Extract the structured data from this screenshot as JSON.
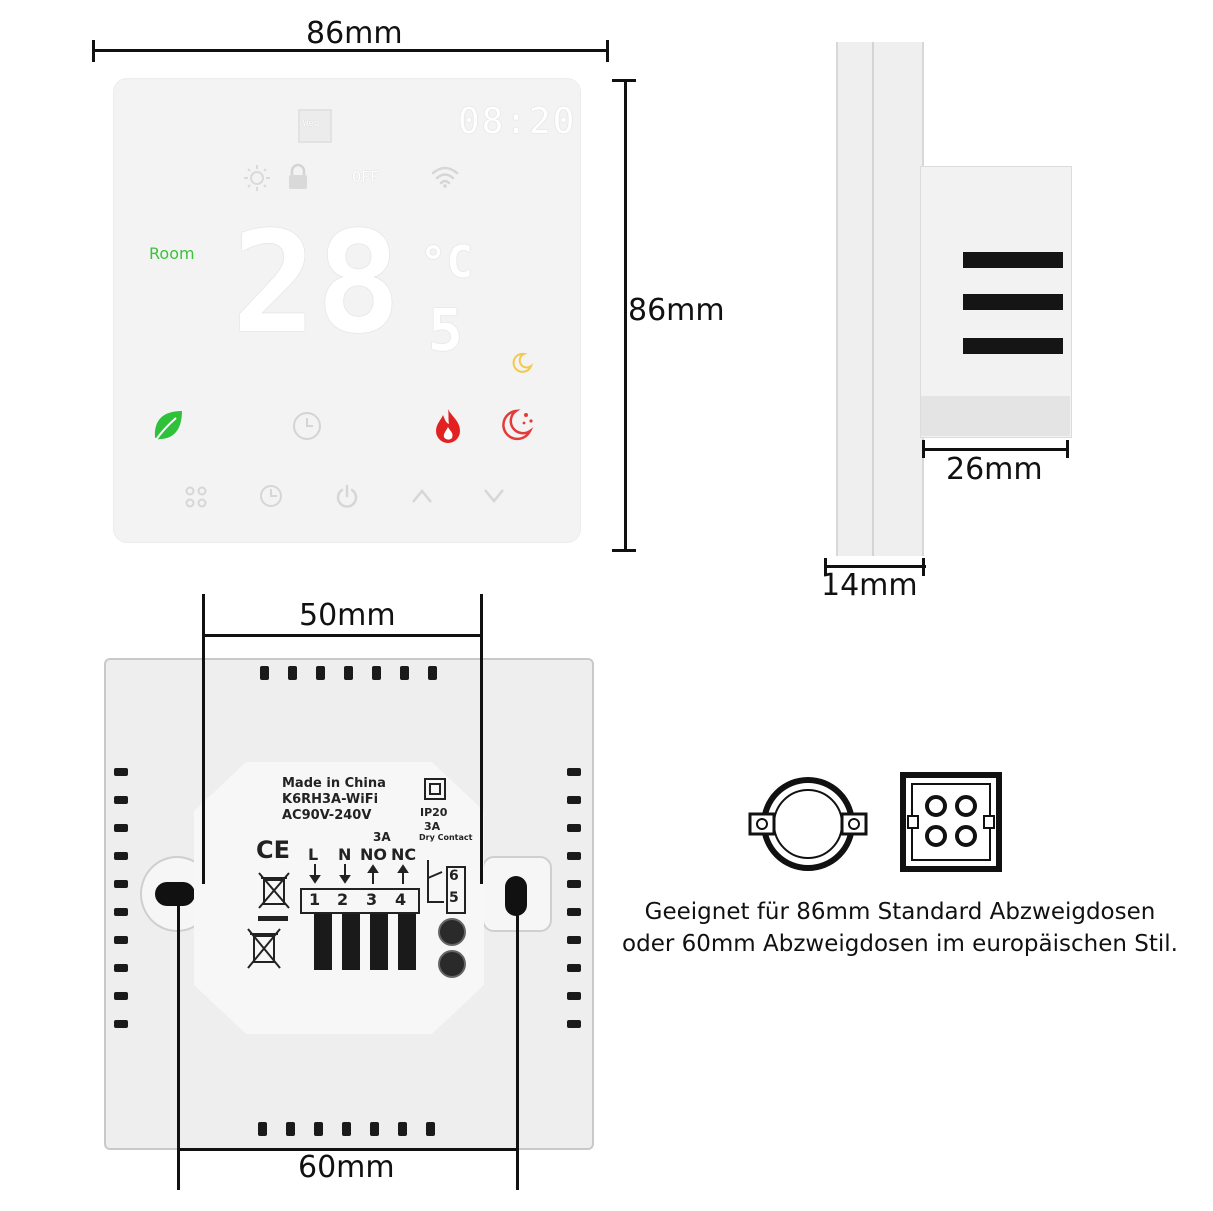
{
  "dimensions": {
    "front_width": "86mm",
    "front_height": "86mm",
    "side_depth_box": "26mm",
    "side_thickness": "14mm",
    "back_inner": "50mm",
    "back_outer": "60mm"
  },
  "front_display": {
    "day": "Wed",
    "time": "08:20",
    "status": "OFF",
    "room_label": "Room",
    "temperature_main": "28",
    "temperature_decimal": "5",
    "unit": "°C"
  },
  "back_label": {
    "origin": "Made in China",
    "model": "K6RH3A-WiFi",
    "voltage": "AC90V-240V",
    "ip_rating": "IP20",
    "dry_contact_current": "3A",
    "dry_contact_label": "Dry Contact",
    "relay_current": "3A",
    "ce_mark": "CE",
    "terminal_names": [
      "L",
      "N",
      "NO",
      "NC"
    ],
    "terminal_numbers": [
      "1",
      "2",
      "3",
      "4"
    ],
    "aux_numbers": [
      "6",
      "5"
    ]
  },
  "caption": {
    "line1": "Geeignet für 86mm Standard Abzweigdosen",
    "line2": "oder 60mm Abzweigdosen im europäischen Stil."
  },
  "colors": {
    "room_green": "#39c23a",
    "leaf_green": "#2fc13a",
    "flame_red": "#e22222",
    "moon_red": "#e43a3a",
    "moon_yellow": "#f2c94c"
  },
  "icons": [
    "sun-icon",
    "lock-icon",
    "wifi-icon",
    "leaf-icon",
    "clock-icon",
    "flame-icon",
    "moon-stars-icon",
    "moon-icon",
    "grid-icon",
    "timer-icon",
    "power-icon",
    "up-icon",
    "down-icon"
  ]
}
